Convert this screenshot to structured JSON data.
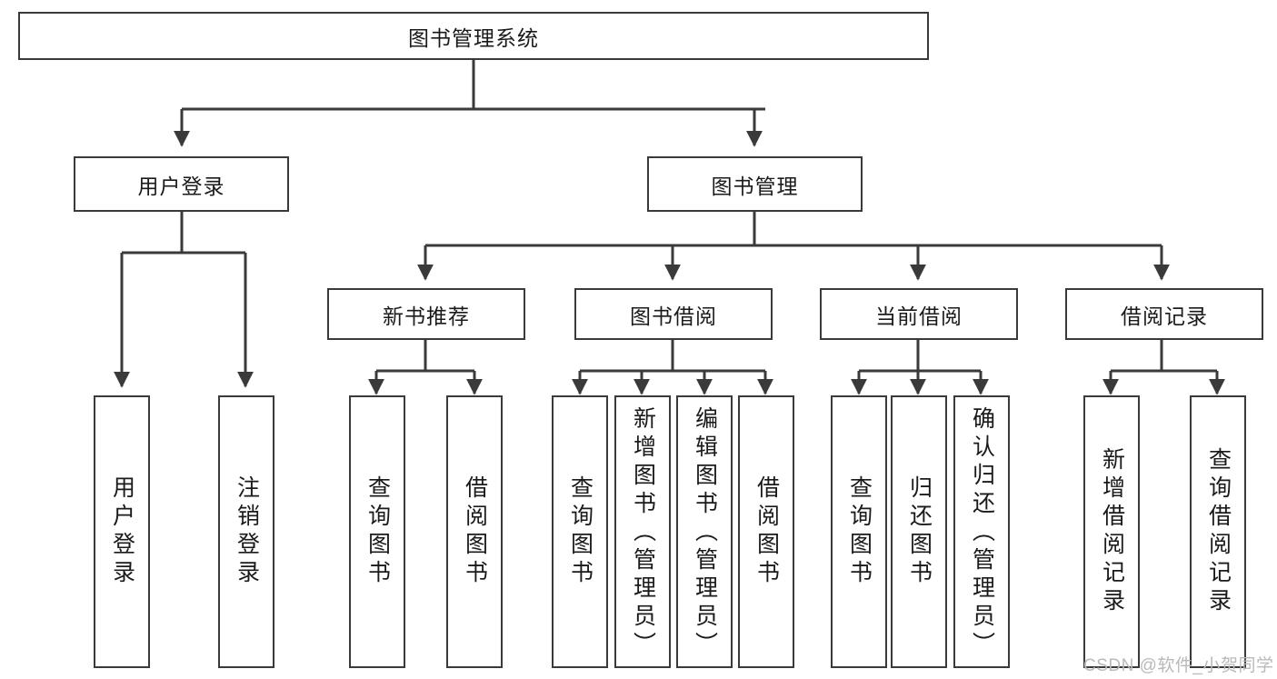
{
  "diagram": {
    "title_node": {
      "id": "root",
      "label": "图书管理系统"
    },
    "level1": [
      {
        "id": "user-login",
        "label": "用户登录"
      },
      {
        "id": "book-management",
        "label": "图书管理"
      }
    ],
    "level2": [
      {
        "id": "new-book-recommend",
        "label": "新书推荐"
      },
      {
        "id": "book-borrow",
        "label": "图书借阅"
      },
      {
        "id": "current-borrow",
        "label": "当前借阅"
      },
      {
        "id": "borrow-record",
        "label": "借阅记录"
      }
    ],
    "leaves": [
      {
        "id": "leaf-user-login",
        "label": "用户登录",
        "parent": "user-login"
      },
      {
        "id": "leaf-logout",
        "label": "注销登录",
        "parent": "user-login"
      },
      {
        "id": "leaf-query-book-1",
        "label": "查询图书",
        "parent": "new-book-recommend"
      },
      {
        "id": "leaf-borrow-book-1",
        "label": "借阅图书",
        "parent": "new-book-recommend"
      },
      {
        "id": "leaf-query-book-2",
        "label": "查询图书",
        "parent": "book-borrow"
      },
      {
        "id": "leaf-add-book",
        "label": "新增图书（管理员）",
        "parent": "book-borrow"
      },
      {
        "id": "leaf-edit-book",
        "label": "编辑图书（管理员）",
        "parent": "book-borrow"
      },
      {
        "id": "leaf-borrow-book-2",
        "label": "借阅图书",
        "parent": "book-borrow"
      },
      {
        "id": "leaf-query-book-3",
        "label": "查询图书",
        "parent": "current-borrow"
      },
      {
        "id": "leaf-return-book",
        "label": "归还图书",
        "parent": "current-borrow"
      },
      {
        "id": "leaf-confirm-return",
        "label": "确认归还（管理员）",
        "parent": "current-borrow"
      },
      {
        "id": "leaf-add-record",
        "label": "新增借阅记录",
        "parent": "borrow-record"
      },
      {
        "id": "leaf-query-record",
        "label": "查询借阅记录",
        "parent": "borrow-record"
      }
    ],
    "watermark": "CSDN @软件_小贺同学",
    "colors": {
      "stroke": "#3a3a3a",
      "background": "#ffffff",
      "text": "#1a1a1a",
      "watermark": "#b9b9b9"
    }
  }
}
